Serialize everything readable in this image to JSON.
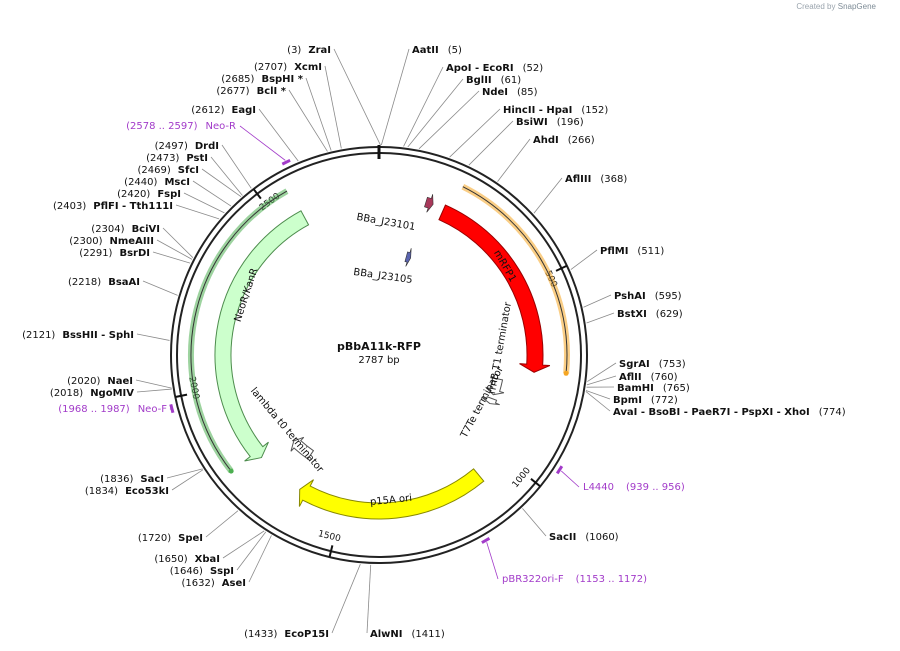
{
  "credit": {
    "prefix": "Created by",
    "brand": "SnapGene"
  },
  "plasmid": {
    "name": "pBbA11k-RFP",
    "length_label": "2787 bp",
    "length": 2787
  },
  "ticks": [
    {
      "pos": 500,
      "label": "500"
    },
    {
      "pos": 1000,
      "label": "1000"
    },
    {
      "pos": 1500,
      "label": "1500"
    },
    {
      "pos": 2000,
      "label": "2000"
    },
    {
      "pos": 2500,
      "label": "2500"
    }
  ],
  "features": [
    {
      "id": "mrfp1",
      "label": "mRFP1",
      "kind": "arrow",
      "start": 185,
      "end": 746,
      "color": "#ff0000",
      "stroke": "#990000"
    },
    {
      "id": "p15a-ori",
      "label": "p15A ori",
      "kind": "arrow",
      "start": 1086,
      "end": 1630,
      "color": "#ffff00",
      "stroke": "#888800"
    },
    {
      "id": "neor-kanr",
      "label": "NeoR/KanR",
      "kind": "arrow",
      "start": 2567,
      "end": 1772,
      "color": "#ccffcc",
      "stroke": "#4d8c4d"
    },
    {
      "id": "rrnb-t1",
      "label": "rrnB T1 terminator",
      "kind": "hollow",
      "start": 785,
      "end": 845
    },
    {
      "id": "t7te",
      "label": "T7Te terminator",
      "kind": "hollow",
      "start": 860,
      "end": 880
    },
    {
      "id": "lambda-t0",
      "label": "lambda t0 terminator",
      "kind": "hollow",
      "start": 1660,
      "end": 1740
    },
    {
      "id": "bba-j23101",
      "label": "BBa_J23101",
      "kind": "small",
      "start": 132,
      "end": 153,
      "color": "#a8385a"
    },
    {
      "id": "bba-j23105",
      "label": "BBa_J23105",
      "kind": "small",
      "start": 120,
      "end": 140,
      "color": "#5a64b0"
    },
    {
      "id": "orf-outer-orange",
      "label": "",
      "kind": "orf",
      "start": 205,
      "end": 740,
      "color": "#f5a623"
    },
    {
      "id": "orf-outer-green",
      "label": "",
      "kind": "orf",
      "start": 2560,
      "end": 1795,
      "color": "#4caf50"
    }
  ],
  "primers": [
    {
      "id": "neo-r",
      "name": "Neo-R",
      "range": "(2578 .. 2597)",
      "pos": 2588
    },
    {
      "id": "neo-f",
      "name": "Neo-F",
      "range": "(1968 .. 1987)",
      "pos": 1978
    },
    {
      "id": "l4440",
      "name": "L4440",
      "range": "(939 .. 956)",
      "pos": 948
    },
    {
      "id": "pbr322ori-f",
      "name": "pBR322ori-F",
      "range": "(1153 .. 1172)",
      "pos": 1162
    }
  ],
  "sites": [
    {
      "name": "ZraI",
      "num": "(3)",
      "pos": 3
    },
    {
      "name": "AatII",
      "num": "(5)",
      "pos": 5
    },
    {
      "name": "ApoI - EcoRI",
      "num": "(52)",
      "pos": 52
    },
    {
      "name": "BglII",
      "num": "(61)",
      "pos": 61
    },
    {
      "name": "NdeI",
      "num": "(85)",
      "pos": 85
    },
    {
      "name": "HincII - HpaI",
      "num": "(152)",
      "pos": 152
    },
    {
      "name": "BsiWI",
      "num": "(196)",
      "pos": 196
    },
    {
      "name": "AhdI",
      "num": "(266)",
      "pos": 266
    },
    {
      "name": "AflIII",
      "num": "(368)",
      "pos": 368
    },
    {
      "name": "PflMI",
      "num": "(511)",
      "pos": 511
    },
    {
      "name": "PshAI",
      "num": "(595)",
      "pos": 595
    },
    {
      "name": "BstXI",
      "num": "(629)",
      "pos": 629
    },
    {
      "name": "SgrAI",
      "num": "(753)",
      "pos": 753
    },
    {
      "name": "AflII",
      "num": "(760)",
      "pos": 760
    },
    {
      "name": "BamHI",
      "num": "(765)",
      "pos": 765
    },
    {
      "name": "BpmI",
      "num": "(772)",
      "pos": 772
    },
    {
      "name": "AvaI - BsoBI - PaeR7I - PspXI - XhoI",
      "num": "(774)",
      "pos": 774
    },
    {
      "name": "SacII",
      "num": "(1060)",
      "pos": 1060
    },
    {
      "name": "AlwNI",
      "num": "(1411)",
      "pos": 1411
    },
    {
      "name": "EcoP15I",
      "num": "(1433)",
      "pos": 1433
    },
    {
      "name": "AseI",
      "num": "(1632)",
      "pos": 1632
    },
    {
      "name": "SspI",
      "num": "(1646)",
      "pos": 1646
    },
    {
      "name": "XbaI",
      "num": "(1650)",
      "pos": 1650
    },
    {
      "name": "SpeI",
      "num": "(1720)",
      "pos": 1720
    },
    {
      "name": "Eco53kI",
      "num": "(1834)",
      "pos": 1834
    },
    {
      "name": "SacI",
      "num": "(1836)",
      "pos": 1836
    },
    {
      "name": "NgoMIV",
      "num": "(2018)",
      "pos": 2018
    },
    {
      "name": "NaeI",
      "num": "(2020)",
      "pos": 2020
    },
    {
      "name": "BssHII - SphI",
      "num": "(2121)",
      "pos": 2121
    },
    {
      "name": "BsaAI",
      "num": "(2218)",
      "pos": 2218
    },
    {
      "name": "BsrDI",
      "num": "(2291)",
      "pos": 2291
    },
    {
      "name": "NmeAIII",
      "num": "(2300)",
      "pos": 2300
    },
    {
      "name": "BciVI",
      "num": "(2304)",
      "pos": 2304
    },
    {
      "name": "PflFI - Tth111I",
      "num": "(2403)",
      "pos": 2403
    },
    {
      "name": "FspI",
      "num": "(2420)",
      "pos": 2420
    },
    {
      "name": "MscI",
      "num": "(2440)",
      "pos": 2440
    },
    {
      "name": "SfcI",
      "num": "(2469)",
      "pos": 2469
    },
    {
      "name": "PstI",
      "num": "(2473)",
      "pos": 2473
    },
    {
      "name": "DrdI",
      "num": "(2497)",
      "pos": 2497
    },
    {
      "name": "EagI",
      "num": "(2612)",
      "pos": 2612
    },
    {
      "name": "BclI *",
      "num": "(2677)",
      "pos": 2677
    },
    {
      "name": "BspHI *",
      "num": "(2685)",
      "pos": 2685
    },
    {
      "name": "XcmI",
      "num": "(2707)",
      "pos": 2707
    }
  ]
}
